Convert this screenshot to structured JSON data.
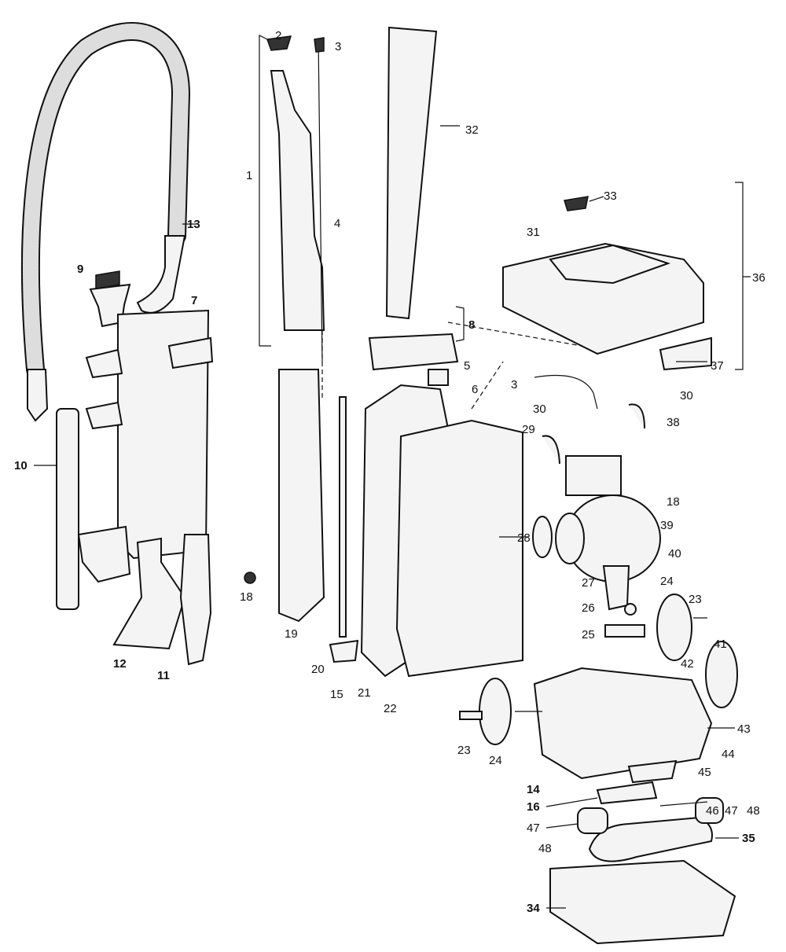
{
  "title": "Upright vacuum exploded parts diagram",
  "labels": {
    "p1": "1",
    "p2": "2",
    "p3a": "3",
    "p3b": "3",
    "p4": "4",
    "p5": "5",
    "p6": "6",
    "p7": "7",
    "p8": "8",
    "p9": "9",
    "p10": "10",
    "p11": "11",
    "p12": "12",
    "p13": "13",
    "p14": "14",
    "p15": "15",
    "p16": "16",
    "p18a": "18",
    "p18b": "18",
    "p19": "19",
    "p20": "20",
    "p21": "21",
    "p22": "22",
    "p23a": "23",
    "p23b": "23",
    "p24a": "24",
    "p24b": "24",
    "p25": "25",
    "p26": "26",
    "p27": "27",
    "p28": "28",
    "p29": "29",
    "p30a": "30",
    "p30b": "30",
    "p31": "31",
    "p32": "32",
    "p33": "33",
    "p34": "34",
    "p35": "35",
    "p36": "36",
    "p37": "37",
    "p38": "38",
    "p39": "39",
    "p40": "40",
    "p41": "41",
    "p42": "42",
    "p43": "43",
    "p44": "44",
    "p45": "45",
    "p46": "46",
    "p47a": "47",
    "p47b": "47",
    "p48a": "48",
    "p48b": "48"
  }
}
